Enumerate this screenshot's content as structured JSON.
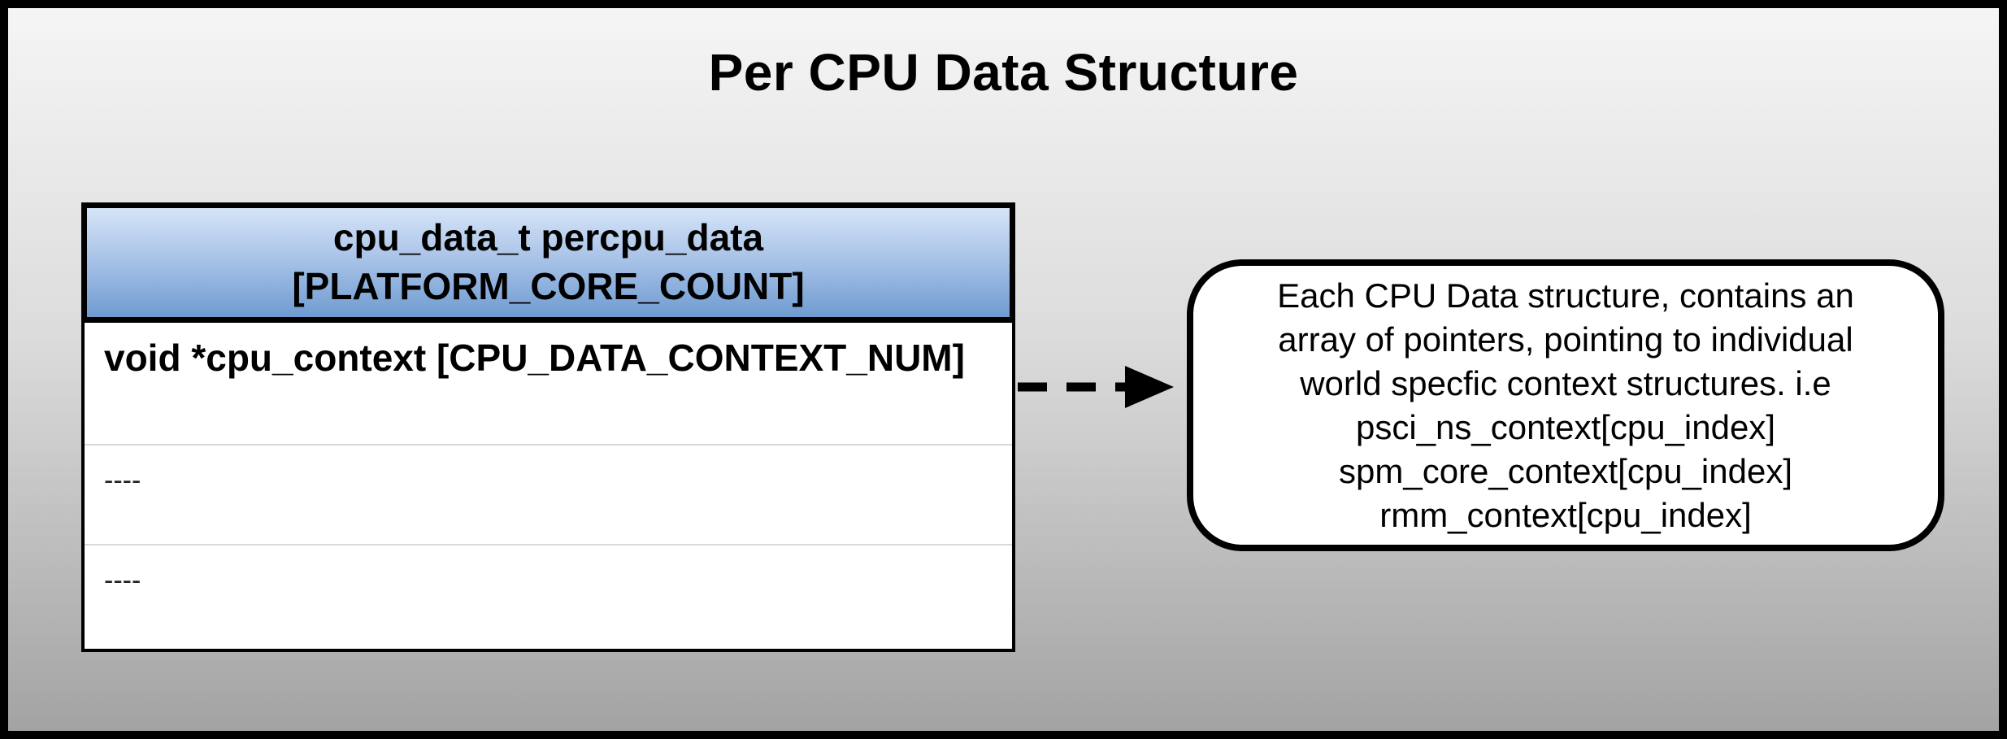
{
  "title": "Per CPU Data Structure",
  "table": {
    "header": {
      "line1": "cpu_data_t percpu_data",
      "line2": "[PLATFORM_CORE_COUNT]"
    },
    "rows": [
      {
        "text": "void *cpu_context [CPU_DATA_CONTEXT_NUM]"
      },
      {
        "text": "----"
      },
      {
        "text": "----"
      }
    ]
  },
  "arrow": {
    "direction": "right",
    "style": "dashed"
  },
  "callout": {
    "text": "Each CPU Data structure, contains an\narray of pointers, pointing to individual\nworld specfic context structures. i.e\npsci_ns_context[cpu_index]\nspm_core_context[cpu_index]\nrmm_context[cpu_index]"
  },
  "colors": {
    "header_top": "#d6e4f7",
    "header_bottom": "#6f9bd1",
    "background_top": "#f5f5f5",
    "background_bottom": "#a3a3a3",
    "border": "#000000"
  }
}
